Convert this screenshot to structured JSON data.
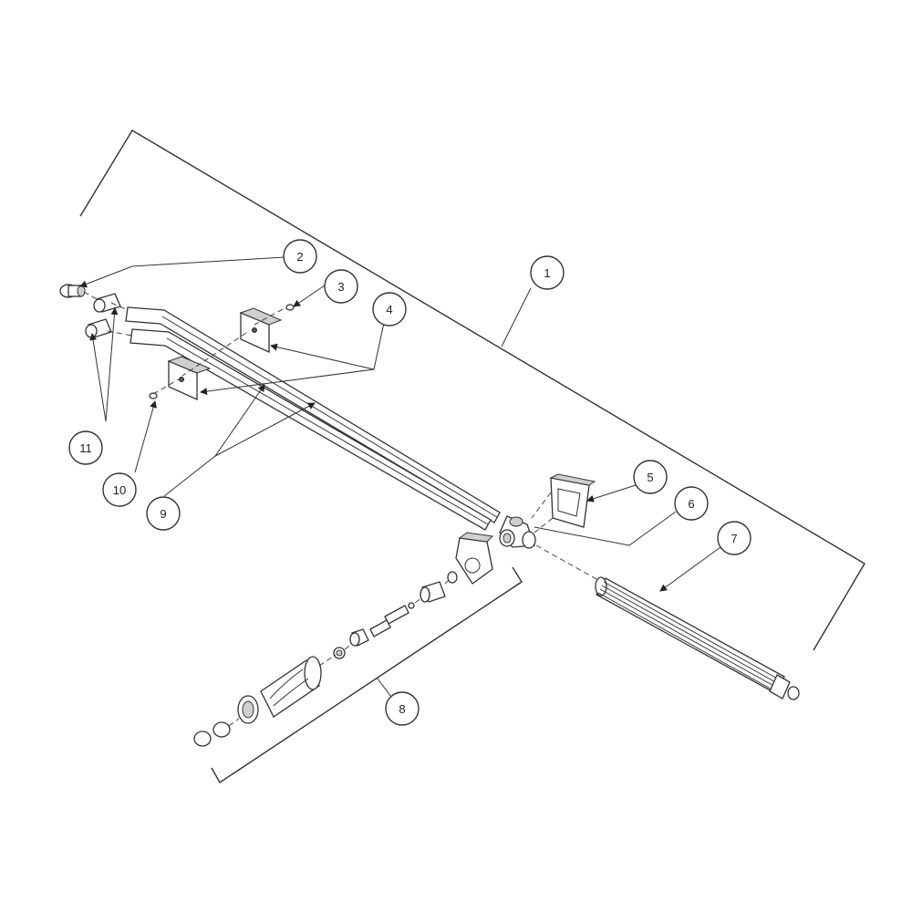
{
  "callouts": [
    {
      "id": "1",
      "label": "1"
    },
    {
      "id": "2",
      "label": "2"
    },
    {
      "id": "3",
      "label": "3"
    },
    {
      "id": "4",
      "label": "4"
    },
    {
      "id": "5",
      "label": "5"
    },
    {
      "id": "6",
      "label": "6"
    },
    {
      "id": "7",
      "label": "7"
    },
    {
      "id": "8",
      "label": "8"
    },
    {
      "id": "9",
      "label": "9"
    },
    {
      "id": "10",
      "label": "10"
    },
    {
      "id": "11",
      "label": "11"
    }
  ],
  "colors": {
    "line": "#333333",
    "fill": "#ffffff",
    "shade": "#cfcfcf"
  }
}
